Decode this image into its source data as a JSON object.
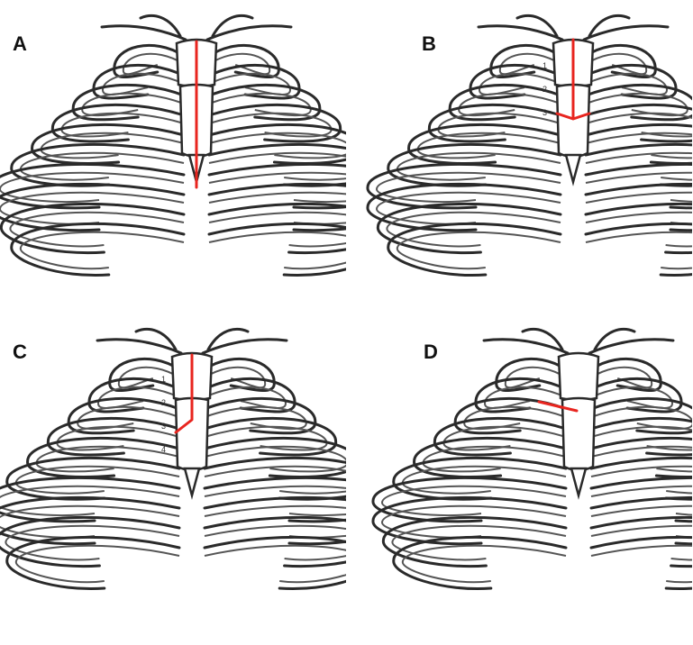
{
  "panels": [
    {
      "label": "A"
    },
    {
      "label": "B",
      "rib_numbers": [
        "1",
        "2",
        "3"
      ]
    },
    {
      "label": "C",
      "rib_numbers": [
        "1",
        "2",
        "3",
        "4"
      ]
    },
    {
      "label": "D"
    }
  ],
  "colors": {
    "incision": "#e8251f",
    "outline": "#2a2a2a",
    "background": "#ffffff"
  }
}
